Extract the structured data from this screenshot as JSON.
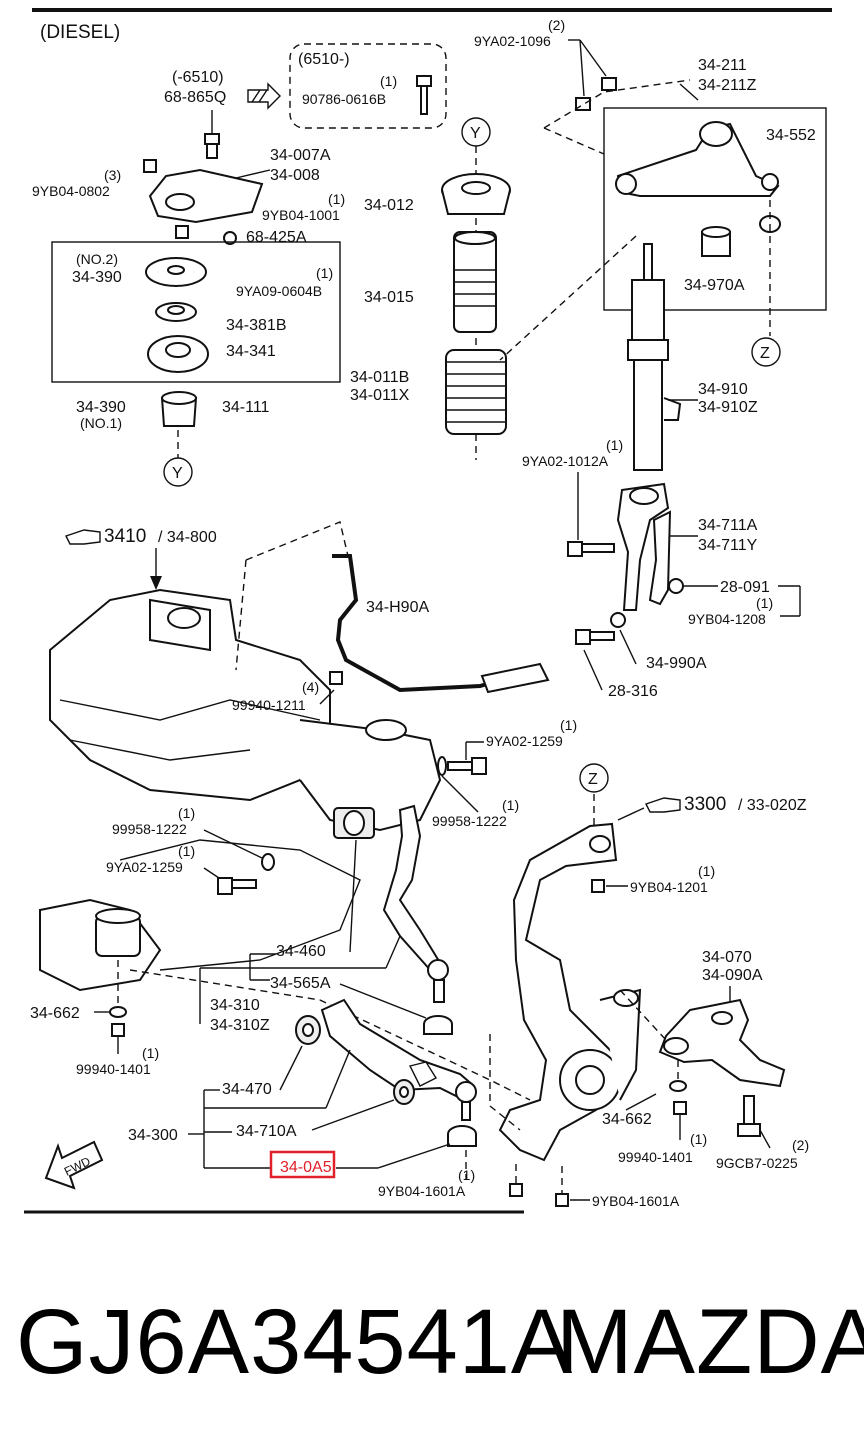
{
  "diagram": {
    "section_title": "(DIESEL)",
    "legend_old": "(-6510)",
    "legend_new": "(6510-)",
    "ref_y": "Y",
    "ref_z": "Z",
    "fwd": "FWD",
    "ref_3410": "3410",
    "ref_34800": "/ 34-800",
    "ref_3300": "3300",
    "ref_33020z": "/ 33-020Z",
    "labels": {
      "l_68865q": "68-865Q",
      "l_90786": "90786-0616B",
      "l_90786_qty": "(1)",
      "l_9ya02_1096_qty": "(2)",
      "l_9ya02_1096": "9YA02-1096",
      "l_34211": "34-211",
      "l_34211z": "34-211Z",
      "l_34552": "34-552",
      "l_34970a": "34-970A",
      "l_9yb04_0802_qty": "(3)",
      "l_9yb04_0802": "9YB04-0802",
      "l_34007a": "34-007A",
      "l_34008": "34-008",
      "l_9yb04_1001_qty": "(1)",
      "l_9yb04_1001": "9YB04-1001",
      "l_68425a": "68-425A",
      "l_no2": "(NO.2)",
      "l_34390a": "34-390",
      "l_9ya09_qty": "(1)",
      "l_9ya09": "9YA09-0604B",
      "l_34381b": "34-381B",
      "l_34341": "34-341",
      "l_34390b": "34-390",
      "l_no1": "(NO.1)",
      "l_34111": "34-111",
      "l_34012": "34-012",
      "l_34015": "34-015",
      "l_34011b": "34-011B",
      "l_34011x": "34-011X",
      "l_34910": "34-910",
      "l_34910z": "34-910Z",
      "l_9ya02_1012_qty": "(1)",
      "l_9ya02_1012": "9YA02-1012A",
      "l_34711a": "34-711A",
      "l_34711y": "34-711Y",
      "l_28091": "28-091",
      "l_9yb04_1208_qty": "(1)",
      "l_9yb04_1208": "9YB04-1208",
      "l_34990a": "34-990A",
      "l_28316": "28-316",
      "l_34h90a": "34-H90A",
      "l_99940_1211_qty": "(4)",
      "l_99940_1211": "99940-1211",
      "l_9ya02_1259r_qty": "(1)",
      "l_9ya02_1259r": "9YA02-1259",
      "l_99958_1222r_qty": "(1)",
      "l_99958_1222r": "99958-1222",
      "l_99958_1222l_qty": "(1)",
      "l_99958_1222l": "99958-1222",
      "l_9ya02_1259l_qty": "(1)",
      "l_9ya02_1259l": "9YA02-1259",
      "l_9yb04_1201_qty": "(1)",
      "l_9yb04_1201": "9YB04-1201",
      "l_34460": "34-460",
      "l_34565a": "34-565A",
      "l_34310": "34-310",
      "l_34310z": "34-310Z",
      "l_34662l": "34-662",
      "l_99940_1401l_qty": "(1)",
      "l_99940_1401l": "99940-1401",
      "l_34070": "34-070",
      "l_34090a": "34-090A",
      "l_34470": "34-470",
      "l_34300": "34-300",
      "l_34710a": "34-710A",
      "l_340a5": "34-0A5",
      "l_34662r": "34-662",
      "l_99940_1401r_qty": "(1)",
      "l_99940_1401r": "99940-1401",
      "l_9gcb7_qty": "(2)",
      "l_9gcb7": "9GCB7-0225",
      "l_9yb04_1601a_l_qty": "(1)",
      "l_9yb04_1601a_l": "9YB04-1601A",
      "l_9yb04_1601a_r": "9YB04-1601A"
    },
    "highlight_color": "#e0202a"
  },
  "caption": {
    "part_number": "GJ6A34541A",
    "brand": "MAZDA"
  }
}
